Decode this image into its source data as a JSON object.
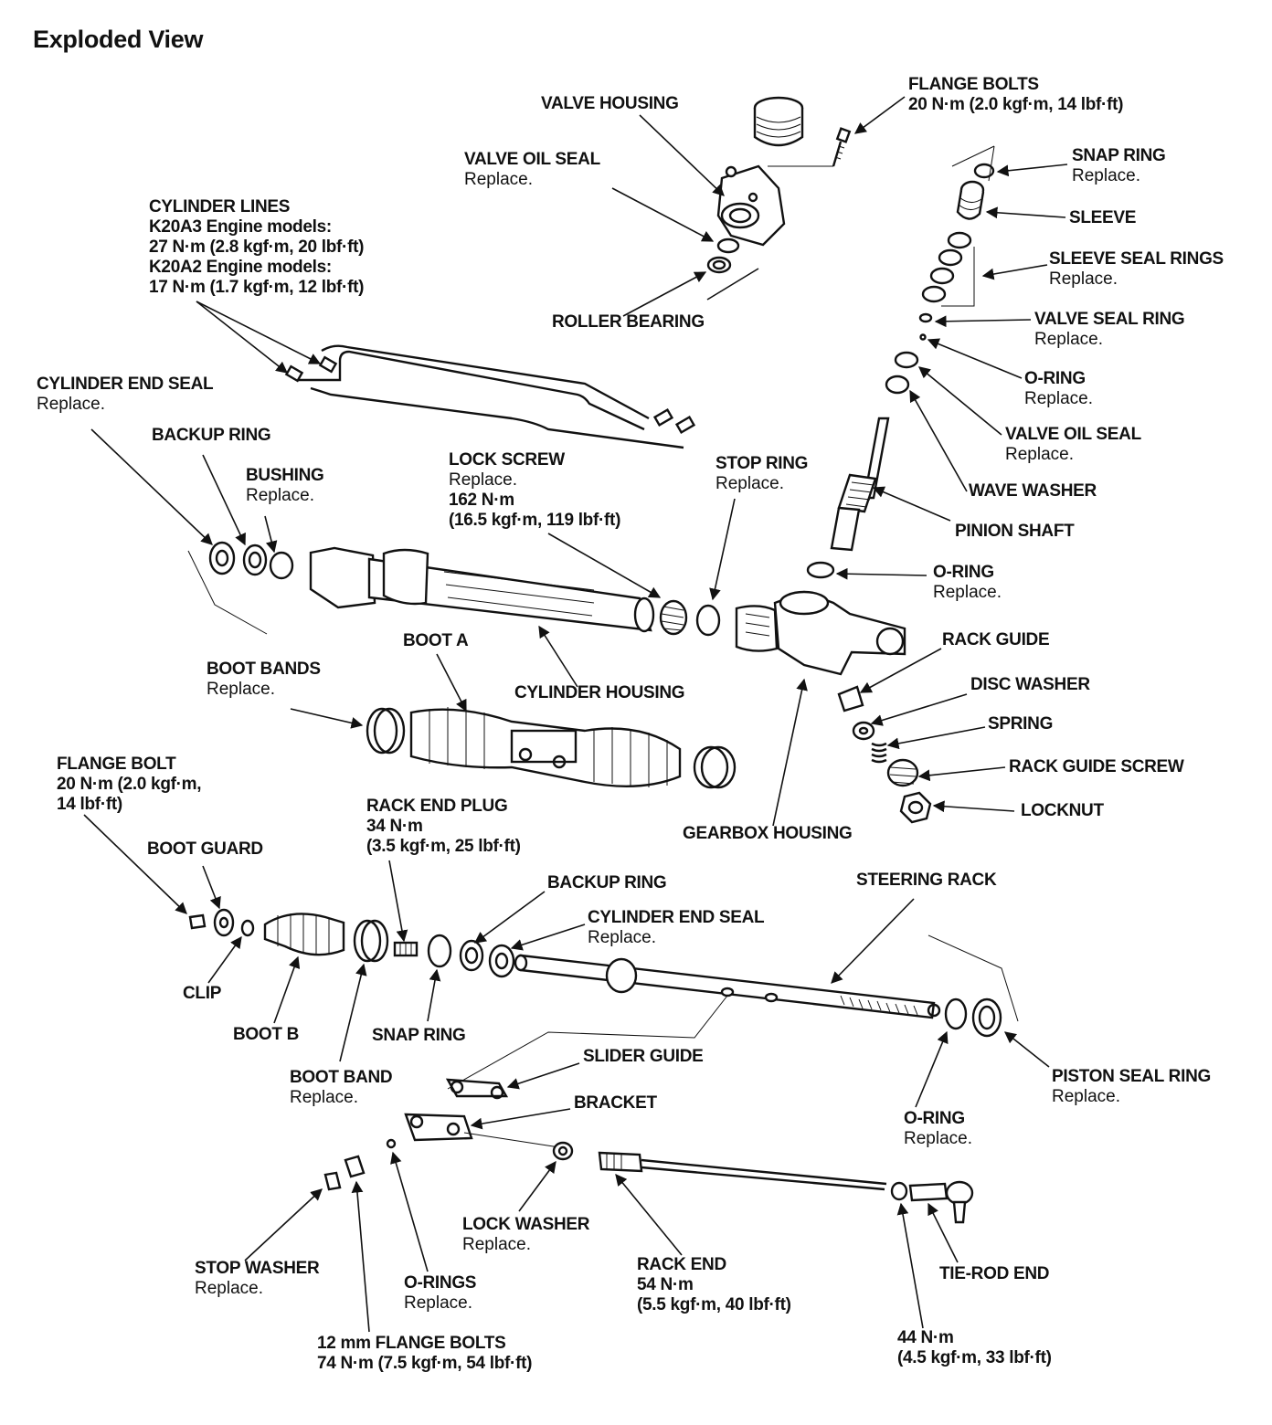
{
  "title": "Exploded View",
  "labels": {
    "valve_housing": {
      "title": "VALVE HOUSING"
    },
    "flange_bolts_top": {
      "title": "FLANGE BOLTS",
      "lines": [
        "20 N·m (2.0 kgf·m, 14 lbf·ft)"
      ]
    },
    "valve_oil_seal_top": {
      "title": "VALVE OIL SEAL",
      "lines": [
        "Replace."
      ]
    },
    "snap_ring_top": {
      "title": "SNAP RING",
      "lines": [
        "Replace."
      ]
    },
    "sleeve": {
      "title": "SLEEVE"
    },
    "cylinder_lines": {
      "title": "CYLINDER LINES",
      "lines": [
        "K20A3 Engine models:",
        "27 N·m (2.8 kgf·m, 20 lbf·ft)",
        "K20A2 Engine models:",
        "17 N·m (1.7 kgf·m, 12 lbf·ft)"
      ]
    },
    "sleeve_seal_rings": {
      "title": "SLEEVE SEAL RINGS",
      "lines": [
        "Replace."
      ]
    },
    "roller_bearing": {
      "title": "ROLLER BEARING"
    },
    "valve_seal_ring": {
      "title": "VALVE SEAL RING",
      "lines": [
        "Replace."
      ]
    },
    "o_ring_upper": {
      "title": "O-RING",
      "lines": [
        "Replace."
      ]
    },
    "cylinder_end_seal_top": {
      "title": "CYLINDER END SEAL",
      "lines": [
        "Replace."
      ]
    },
    "valve_oil_seal_right": {
      "title": "VALVE OIL SEAL",
      "lines": [
        "Replace."
      ]
    },
    "backup_ring_top": {
      "title": "BACKUP RING"
    },
    "lock_screw": {
      "title": "LOCK SCREW",
      "lines": [
        "Replace.",
        "162 N·m",
        "(16.5 kgf·m, 119 lbf·ft)"
      ]
    },
    "bushing": {
      "title": "BUSHING",
      "lines": [
        "Replace."
      ]
    },
    "stop_ring": {
      "title": "STOP RING",
      "lines": [
        "Replace."
      ]
    },
    "wave_washer": {
      "title": "WAVE WASHER"
    },
    "pinion_shaft": {
      "title": "PINION SHAFT"
    },
    "o_ring_mid": {
      "title": "O-RING",
      "lines": [
        "Replace."
      ]
    },
    "boot_a": {
      "title": "BOOT A"
    },
    "rack_guide": {
      "title": "RACK GUIDE"
    },
    "boot_bands": {
      "title": "BOOT BANDS",
      "lines": [
        "Replace."
      ]
    },
    "cylinder_housing": {
      "title": "CYLINDER HOUSING"
    },
    "disc_washer": {
      "title": "DISC WASHER"
    },
    "spring": {
      "title": "SPRING"
    },
    "flange_bolt_left": {
      "title": "FLANGE BOLT",
      "lines": [
        "20 N·m (2.0 kgf·m,",
        "14 lbf·ft)"
      ]
    },
    "rack_guide_screw": {
      "title": "RACK GUIDE SCREW"
    },
    "rack_end_plug": {
      "title": "RACK END PLUG",
      "lines": [
        "34 N·m",
        "(3.5 kgf·m, 25 lbf·ft)"
      ]
    },
    "locknut": {
      "title": "LOCKNUT"
    },
    "gearbox_housing": {
      "title": "GEARBOX HOUSING"
    },
    "boot_guard": {
      "title": "BOOT GUARD"
    },
    "steering_rack": {
      "title": "STEERING RACK"
    },
    "backup_ring_bottom": {
      "title": "BACKUP RING"
    },
    "cylinder_end_seal_bottom": {
      "title": "CYLINDER END SEAL",
      "lines": [
        "Replace."
      ]
    },
    "clip": {
      "title": "CLIP"
    },
    "boot_b": {
      "title": "BOOT B"
    },
    "snap_ring_bottom": {
      "title": "SNAP RING"
    },
    "slider_guide": {
      "title": "SLIDER GUIDE"
    },
    "boot_band": {
      "title": "BOOT BAND",
      "lines": [
        "Replace."
      ]
    },
    "piston_seal_ring": {
      "title": "PISTON SEAL RING",
      "lines": [
        "Replace."
      ]
    },
    "bracket": {
      "title": "BRACKET"
    },
    "o_ring_bottom": {
      "title": "O-RING",
      "lines": [
        "Replace."
      ]
    },
    "lock_washer": {
      "title": "LOCK WASHER",
      "lines": [
        "Replace."
      ]
    },
    "stop_washer": {
      "title": "STOP WASHER",
      "lines": [
        "Replace."
      ]
    },
    "rack_end": {
      "title": "RACK END",
      "lines": [
        "54 N·m",
        "(5.5 kgf·m, 40 lbf·ft)"
      ]
    },
    "tie_rod_end": {
      "title": "TIE-ROD END"
    },
    "o_rings": {
      "title": "O-RINGS",
      "lines": [
        "Replace."
      ]
    },
    "flange_bolts_12mm": {
      "title": "12 mm FLANGE BOLTS",
      "lines": [
        "74 N·m (7.5 kgf·m, 54 lbf·ft)"
      ]
    },
    "tie_rod_torque": {
      "lines": [
        "44 N·m",
        "(4.5 kgf·m, 33 lbf·ft)"
      ]
    }
  }
}
